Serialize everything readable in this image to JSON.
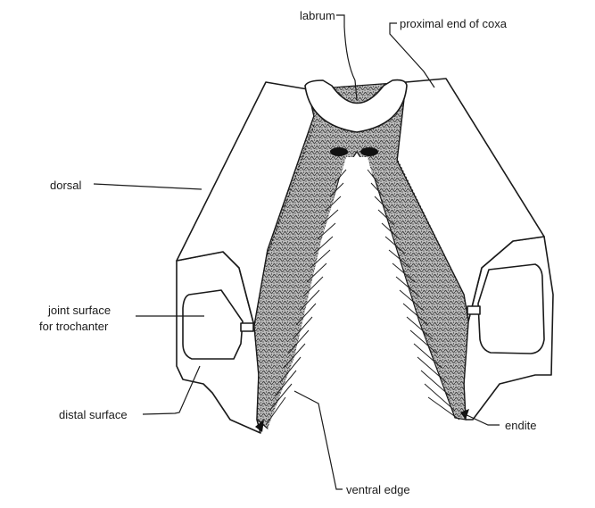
{
  "labels": {
    "labrum": "labrum",
    "proximal_end_of_coxa": "proximal end of coxa",
    "dorsal": "dorsal",
    "joint_surface_line1": "joint surface",
    "joint_surface_line2": "for trochanter",
    "distal_surface": "distal surface",
    "endite": "endite",
    "ventral_edge": "ventral edge"
  }
}
